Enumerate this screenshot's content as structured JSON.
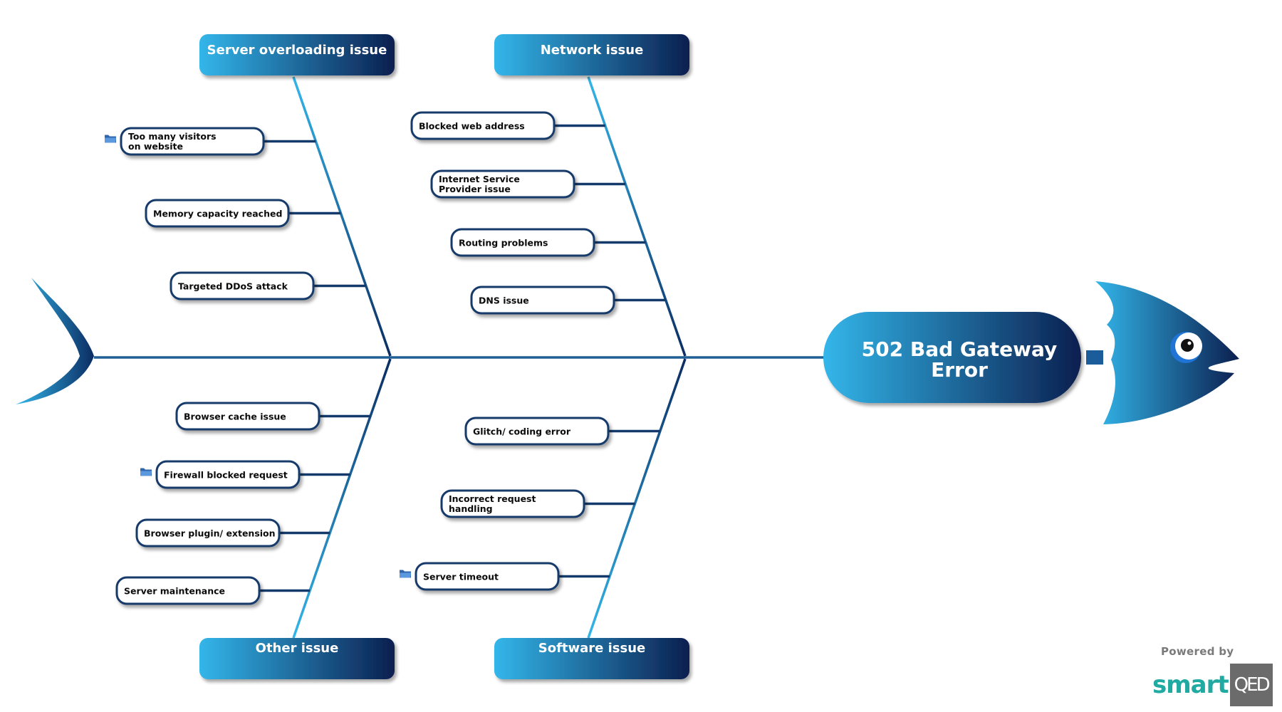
{
  "effect": "502 Bad Gateway Error",
  "categories": [
    {
      "label": "Server overloading issue",
      "causes": [
        "Too many visitors on website",
        "Memory capacity reached",
        "Targeted DDoS attack"
      ]
    },
    {
      "label": "Network issue",
      "causes": [
        "Blocked web address",
        "Internet Service Provider issue",
        "Routing problems",
        "DNS issue"
      ]
    },
    {
      "label": "Other issue",
      "causes": [
        "Browser cache issue",
        "Firewall blocked request",
        "Browser plugin/ extension",
        "Server maintenance"
      ]
    },
    {
      "label": "Software issue",
      "causes": [
        "Glitch/ coding error",
        "Incorrect request handling",
        "Server timeout"
      ]
    }
  ],
  "footer": {
    "powered_by": "Powered by",
    "brand": "smart",
    "brand_mark": "QED"
  },
  "colors": {
    "gradient_light": "#33b6ea",
    "gradient_dark": "#0b1f4f",
    "line": "#1f5f94",
    "cause_border": "#143a6b",
    "folder": "#3a78c2"
  },
  "icons": [
    "folder-icon",
    "fish-head-icon",
    "fish-tail-icon",
    "eye-icon"
  ]
}
